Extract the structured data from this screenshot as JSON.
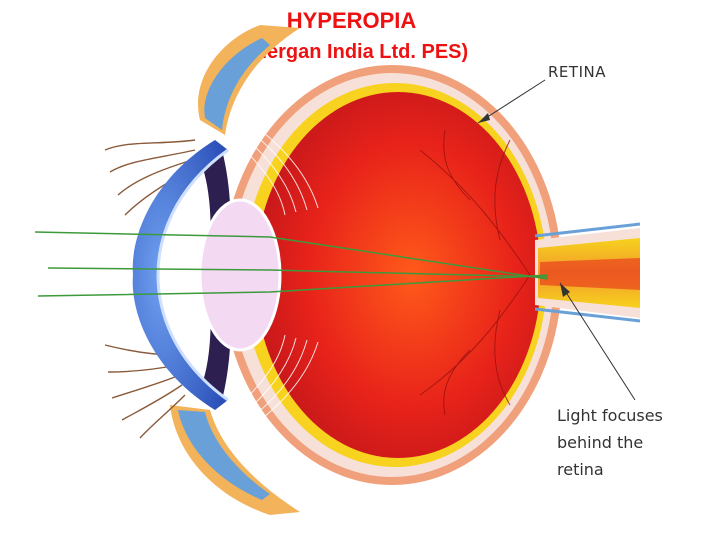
{
  "title": "HYPEROPIA",
  "subtitle": "(Allergan India Ltd. PES)",
  "labels": {
    "retina": "RETINA",
    "focus_line1": "Light focuses",
    "focus_line2": "behind the",
    "focus_line3": "retina"
  },
  "colors": {
    "title": "#ee1111",
    "eyeball_inner": "#e8231a",
    "sclera": "#f0a07a",
    "retina_layer": "#f7d21e",
    "cornea": "#3f6fd8",
    "lens": "#f3d9f2",
    "light_rays": "#3c9a3c",
    "optic_nerve": "#f5c23a"
  },
  "icons": [
    "eye-cross-section-icon",
    "eyelashes-icon",
    "light-rays-icon"
  ]
}
